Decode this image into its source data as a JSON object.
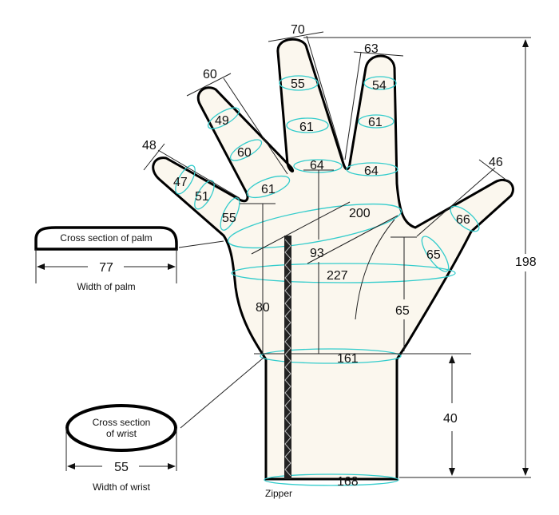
{
  "diagram": {
    "title": "Hand measurement diagram",
    "colors": {
      "hand_fill": "#fbf7ee",
      "contour": "#33cccc",
      "outline": "#000000"
    },
    "finger_widths": {
      "middle_tip": "70",
      "index_tip": "63",
      "ring_tip": "60",
      "little_tip": "48",
      "thumb_tip": "46"
    },
    "circumferences": {
      "middle_top": "55",
      "index_top": "54",
      "ring_top": "49",
      "middle_mid": "61",
      "index_mid": "61",
      "ring_mid": "60",
      "middle_base": "64",
      "index_base": "64",
      "little_top": "47",
      "little_mid": "51",
      "ring_base": "61",
      "little_base": "55",
      "thumb_top": "66",
      "thumb_base": "65"
    },
    "palm": {
      "circumference": "200",
      "diagonal": "227",
      "middle_to_center": "93",
      "little_side_length": "80",
      "thumb_side_length": "65",
      "wrist_circumference": "161"
    },
    "wrist": {
      "length": "40",
      "cuff_circumference": "168",
      "total_length": "198"
    },
    "zipper_label": "Zipper",
    "palm_section": {
      "label": "Cross section of palm",
      "width": "77",
      "caption": "Width of palm"
    },
    "wrist_section": {
      "label_line1": "Cross section",
      "label_line2": "of wrist",
      "width": "55",
      "caption": "Width of wrist"
    }
  }
}
